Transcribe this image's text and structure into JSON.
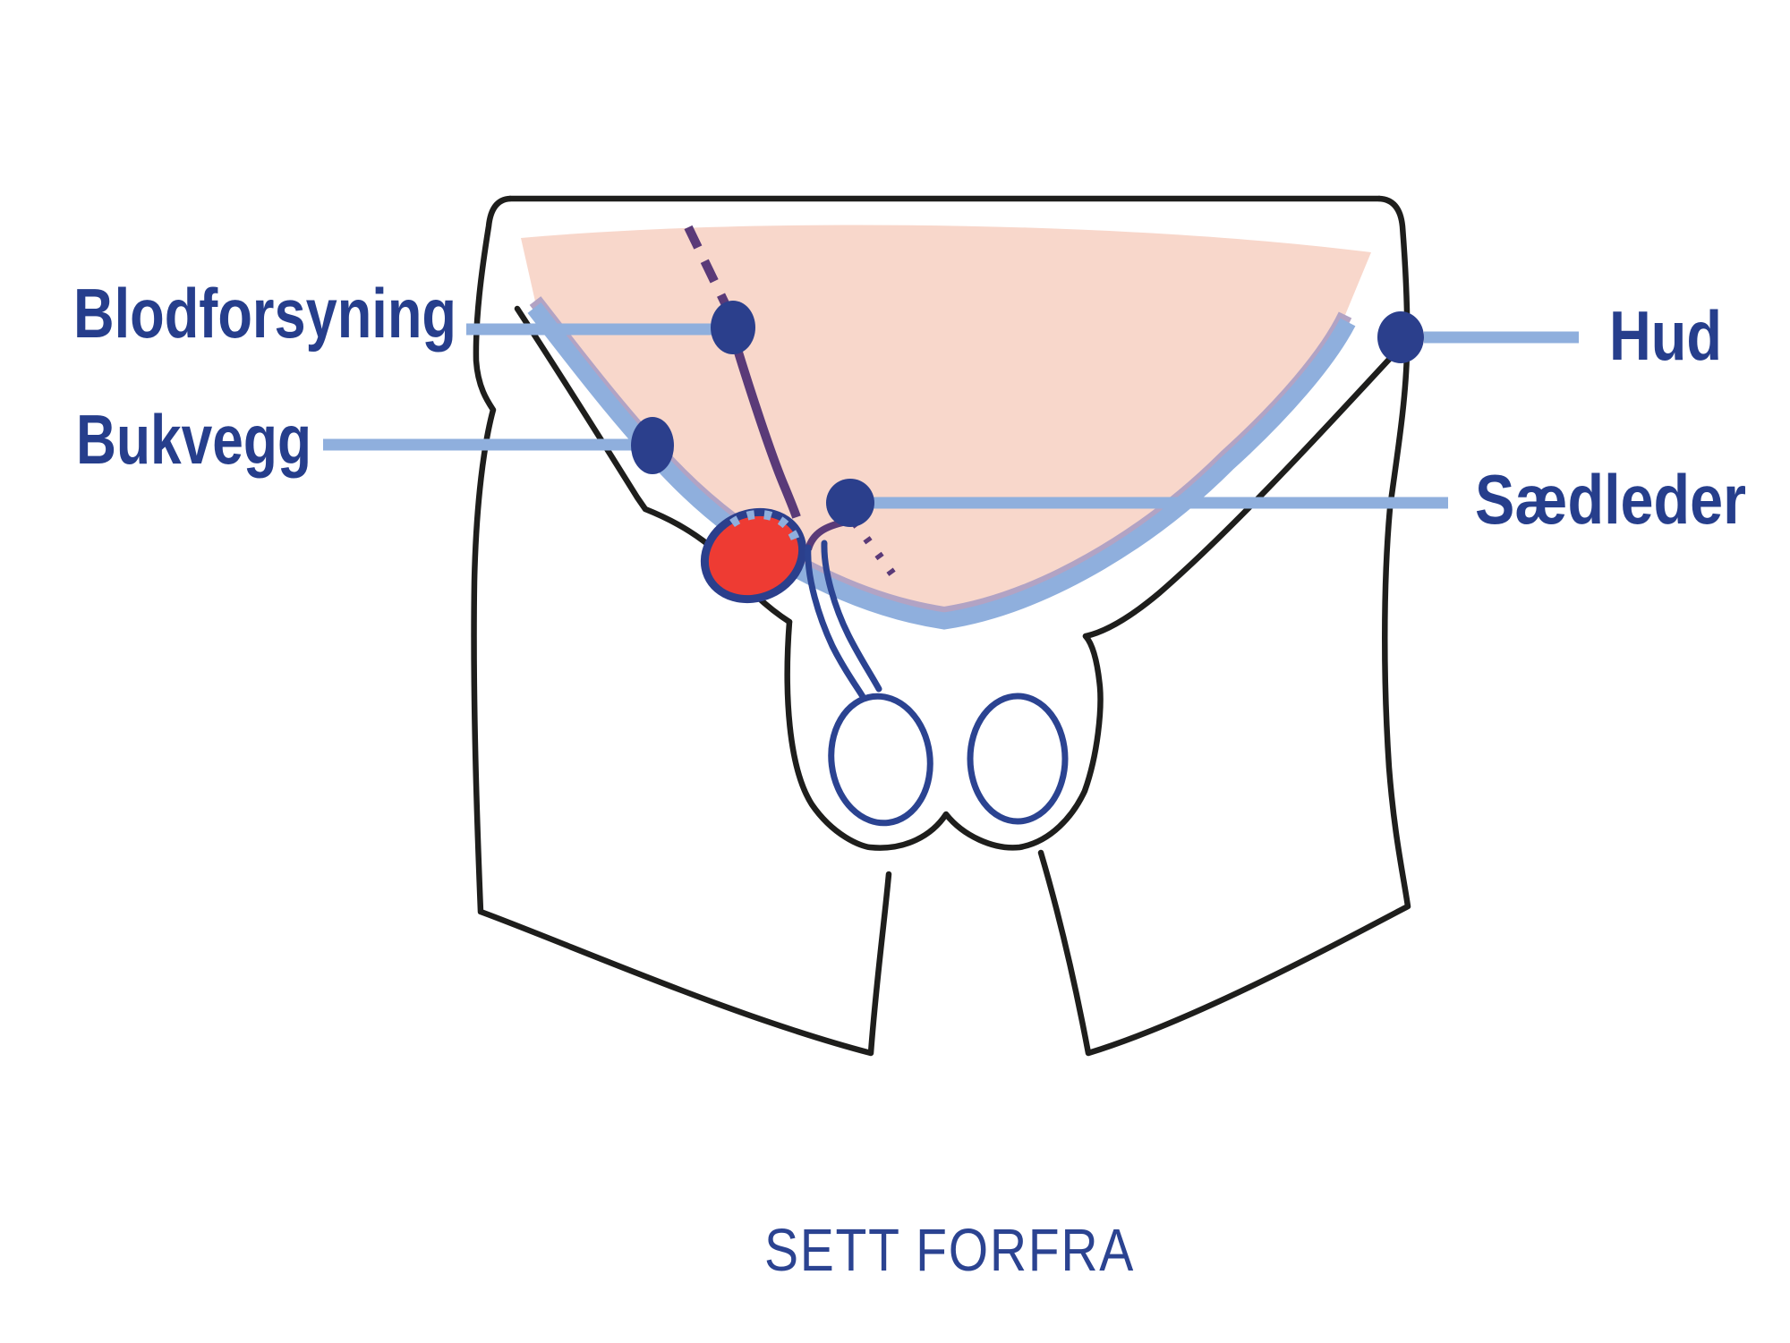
{
  "figure": {
    "type": "anatomical-diagram",
    "subject": "inguinal-region-front-view",
    "caption": "SETT FORFRA",
    "labels": [
      {
        "id": "blodforsyning",
        "text": "Blodforsyning",
        "side": "left"
      },
      {
        "id": "bukvegg",
        "text": "Bukvegg",
        "side": "left"
      },
      {
        "id": "hud",
        "text": "Hud",
        "side": "right"
      },
      {
        "id": "saedleder",
        "text": "Sædleder",
        "side": "right"
      }
    ],
    "colors": {
      "background": "#ffffff",
      "label_text": "#263e8c",
      "caption_color": "#2b4391",
      "leader_line": "#8fafdd",
      "marker": "#2b3f8c",
      "outline": "#1e1e1c",
      "peritoneum_pink": "#f8d7cb",
      "pink_edge": "#b2a3c4",
      "abdominal_wall_blue": "#8fafdd",
      "hernia_red": "#ee3b33",
      "vessel_purple": "#5a3a78",
      "cord_navy": "#2b4391"
    }
  }
}
